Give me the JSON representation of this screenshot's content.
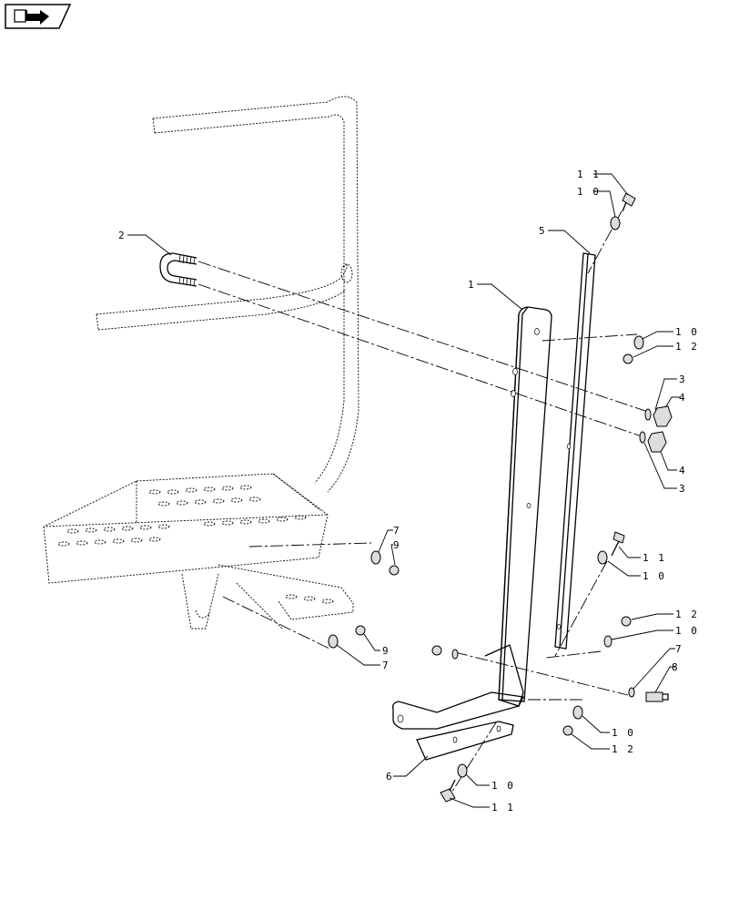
{
  "nav": {
    "icon": "page-turn-arrow-icon"
  },
  "callouts": [
    {
      "id": "c11a",
      "text": "1 1"
    },
    {
      "id": "c10a",
      "text": "1 0"
    },
    {
      "id": "c5",
      "text": "5"
    },
    {
      "id": "c2",
      "text": "2"
    },
    {
      "id": "c1",
      "text": "1"
    },
    {
      "id": "c10b",
      "text": "1 0"
    },
    {
      "id": "c12a",
      "text": "1 2"
    },
    {
      "id": "c3a",
      "text": "3"
    },
    {
      "id": "c4a",
      "text": "4"
    },
    {
      "id": "c4b",
      "text": "4"
    },
    {
      "id": "c3b",
      "text": "3"
    },
    {
      "id": "c7a",
      "text": "7"
    },
    {
      "id": "c9a",
      "text": "9"
    },
    {
      "id": "c11b",
      "text": "1 1"
    },
    {
      "id": "c10c",
      "text": "1 0"
    },
    {
      "id": "c12b",
      "text": "1 2"
    },
    {
      "id": "c10d",
      "text": "1 0"
    },
    {
      "id": "c9b",
      "text": "9"
    },
    {
      "id": "c7b",
      "text": "7"
    },
    {
      "id": "c7c",
      "text": "7"
    },
    {
      "id": "c8",
      "text": "8"
    },
    {
      "id": "c10e",
      "text": "1 0"
    },
    {
      "id": "c12c",
      "text": "1 2"
    },
    {
      "id": "c6",
      "text": "6"
    },
    {
      "id": "c10f",
      "text": "1 0"
    },
    {
      "id": "c11c",
      "text": "1 1"
    }
  ]
}
